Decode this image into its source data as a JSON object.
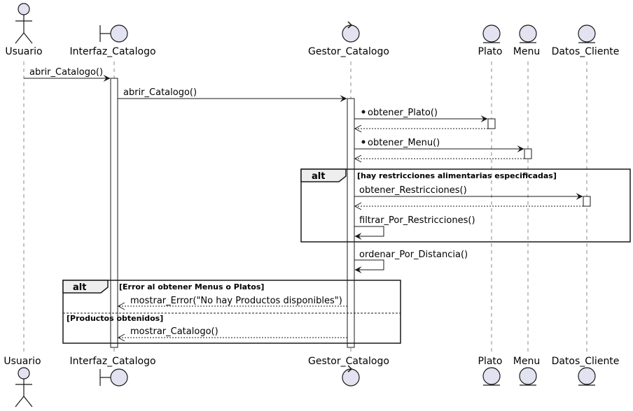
{
  "participants": [
    {
      "name": "Usuario",
      "kind": "actor"
    },
    {
      "name": "Interfaz_Catalogo",
      "kind": "boundary"
    },
    {
      "name": "Gestor_Catalogo",
      "kind": "control"
    },
    {
      "name": "Plato",
      "kind": "entity"
    },
    {
      "name": "Menu",
      "kind": "entity"
    },
    {
      "name": "Datos_Cliente",
      "kind": "entity"
    }
  ],
  "messages": [
    {
      "label": "abrir_Catalogo()",
      "from": "Usuario",
      "to": "Interfaz_Catalogo",
      "style": "solid"
    },
    {
      "label": "abrir_Catalogo()",
      "from": "Interfaz_Catalogo",
      "to": "Gestor_Catalogo",
      "style": "solid"
    },
    {
      "label": "obtener_Plato()",
      "from": "Gestor_Catalogo",
      "to": "Plato",
      "style": "solid",
      "bullet": true
    },
    {
      "label": "",
      "from": "Plato",
      "to": "Gestor_Catalogo",
      "style": "dashed"
    },
    {
      "label": "obtener_Menu()",
      "from": "Gestor_Catalogo",
      "to": "Menu",
      "style": "solid",
      "bullet": true
    },
    {
      "label": "",
      "from": "Menu",
      "to": "Gestor_Catalogo",
      "style": "dashed"
    },
    {
      "label": "obtener_Restricciones()",
      "from": "Gestor_Catalogo",
      "to": "Datos_Cliente",
      "style": "solid"
    },
    {
      "label": "",
      "from": "Datos_Cliente",
      "to": "Gestor_Catalogo",
      "style": "dashed"
    },
    {
      "label": "filtrar_Por_Restricciones()",
      "from": "Gestor_Catalogo",
      "to": "Gestor_Catalogo",
      "style": "self"
    },
    {
      "label": "ordenar_Por_Distancia()",
      "from": "Gestor_Catalogo",
      "to": "Gestor_Catalogo",
      "style": "self"
    },
    {
      "label": "mostrar_Error(\"No hay Productos disponibles\")",
      "from": "Gestor_Catalogo",
      "to": "Interfaz_Catalogo",
      "style": "dashed"
    },
    {
      "label": "mostrar_Catalogo()",
      "from": "Gestor_Catalogo",
      "to": "Interfaz_Catalogo",
      "style": "dashed"
    }
  ],
  "fragments": [
    {
      "keyword": "alt",
      "guard": "[hay restricciones alimentarias especificadas]",
      "else_guard": ""
    },
    {
      "keyword": "alt",
      "guard": "[Error al obtener Menus o Platos]",
      "else_guard": "[Productos obtenidos]"
    }
  ],
  "colors": {
    "participant_fill": "#E2E2F0",
    "stroke": "#181818",
    "lifeline": "#888888",
    "fragment_tab": "#EEEEEE"
  }
}
